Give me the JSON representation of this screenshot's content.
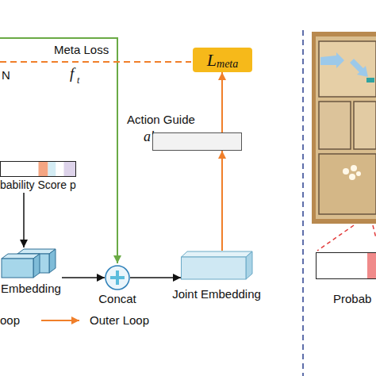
{
  "diagram": {
    "nodes": [
      {
        "text": [
          "L",
          "meta"
        ]
      },
      {
        "text": [
          "Action Guide",
          "a'"
        ]
      },
      {
        "text": [
          "bability Score p"
        ]
      },
      {
        "text": [
          "Embedding"
        ]
      },
      {
        "text": [
          "Concat"
        ]
      },
      {
        "text": [
          "Joint Embedding"
        ]
      },
      {
        "text": [
          "Probab"
        ]
      }
    ],
    "edges": [
      {
        "from": 2,
        "to": 3,
        "arrow": "to"
      },
      {
        "from": 3,
        "to": 4,
        "arrow": "to"
      },
      {
        "from": 4,
        "to": 5,
        "arrow": "to"
      },
      {
        "from": 5,
        "to": 1,
        "arrow": "to"
      },
      {
        "from": 1,
        "to": 0,
        "arrow": "to"
      }
    ],
    "labels": [
      "Meta Loss",
      "N",
      "f",
      "t"
    ],
    "legend": [
      {
        "text": "oop"
      },
      {
        "text": "Outer Loop"
      }
    ]
  }
}
